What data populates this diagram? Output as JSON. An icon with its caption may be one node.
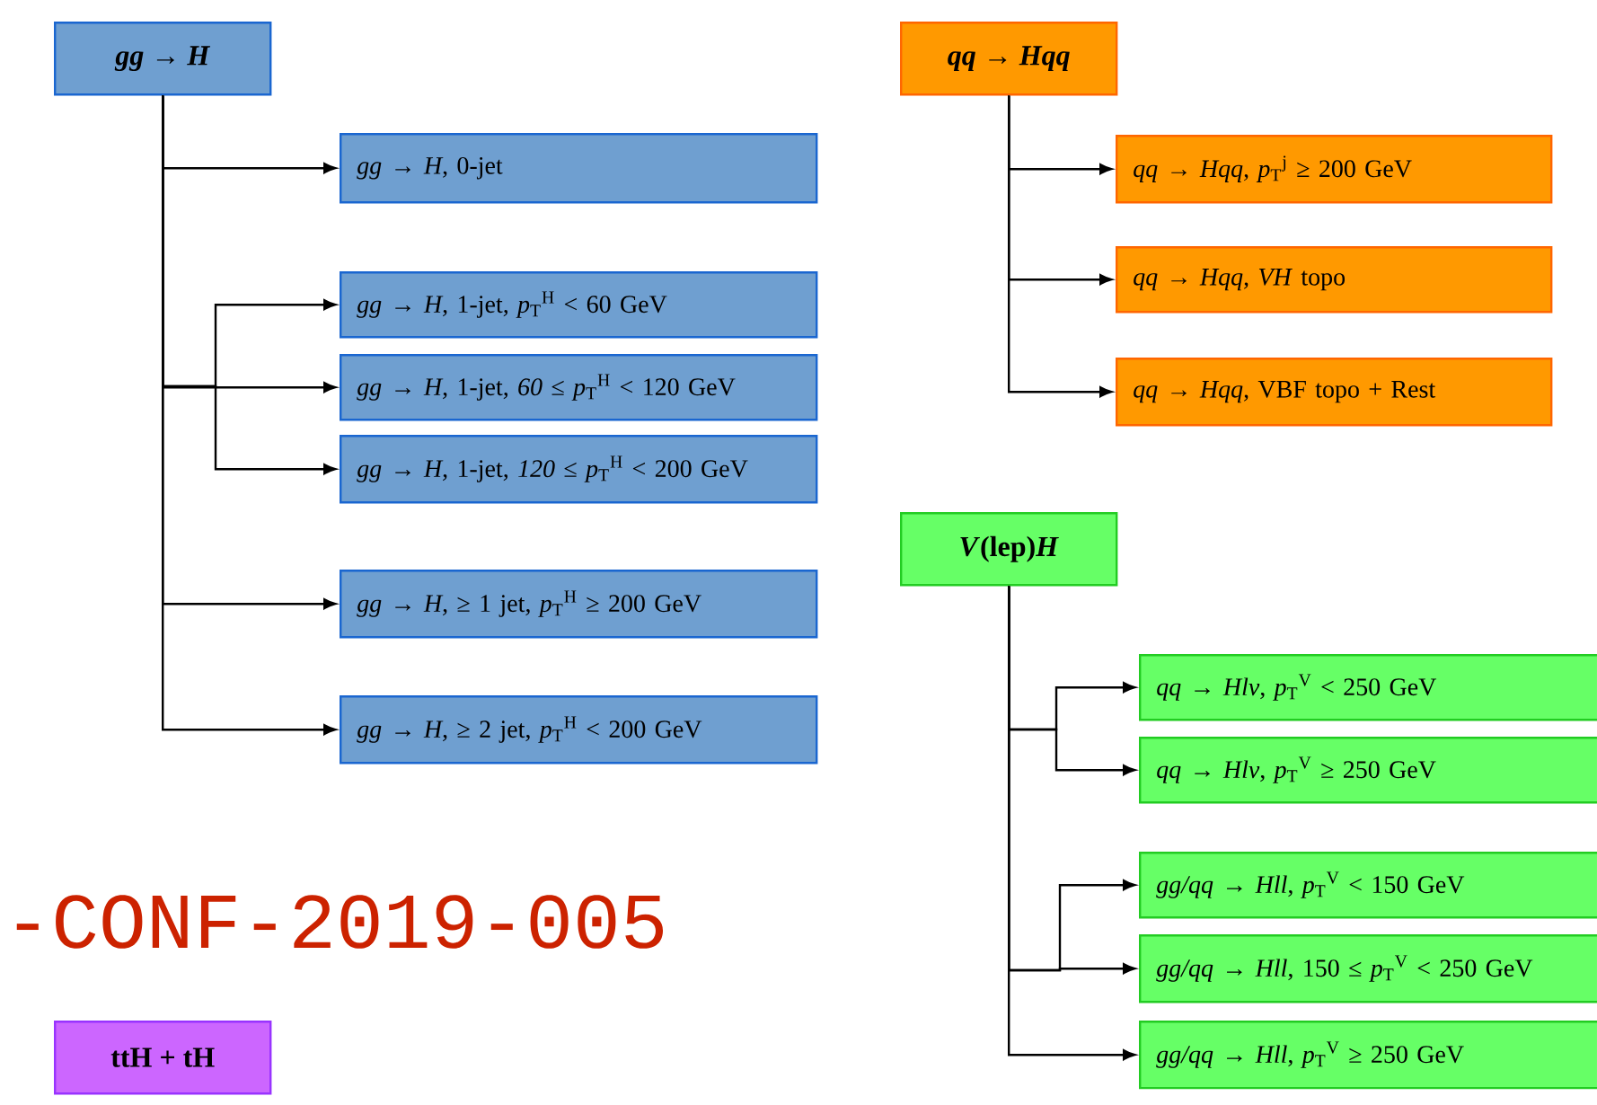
{
  "diagram": {
    "nodes": [
      {
        "text": [
          "*gg* → *H*"
        ]
      },
      {
        "text": [
          "*gg* → *H*, 0-jet"
        ]
      },
      {
        "text": [
          "*gg* → *H*, 1-jet, *p*$_{T}$$^{H}$ < 60 GeV"
        ]
      },
      {
        "text": [
          "*gg* → *H*, 1-jet, *60* ≤ *p*$_{T}$$^{H}$ < 120 GeV"
        ]
      },
      {
        "text": [
          "*gg* → *H*, 1-jet, *120* ≤ *p*$_{T}$$^{H}$ < 200 GeV"
        ]
      },
      {
        "text": [
          "*gg* → *H*, ≥ 1 jet, *p*$_{T}$$^{H}$ ≥ 200 GeV"
        ]
      },
      {
        "text": [
          "*gg* → *H*, ≥ 2 jet, *p*$_{T}$$^{H}$ < 200 GeV"
        ]
      },
      {
        "text": [
          "*qq* → *Hqq*"
        ]
      },
      {
        "text": [
          "*qq* → *Hqq*, *p*$_{T}$$^{j}$ ≥ 200 GeV"
        ]
      },
      {
        "text": [
          "*qq* → *Hqq*, *VH* topo"
        ]
      },
      {
        "text": [
          "*qq* → *Hqq*, VBF topo + Rest"
        ]
      },
      {
        "text": [
          "*V*(lep)*H*"
        ]
      },
      {
        "text": [
          "*qq* → *Hlv*, *p*$_{T}$$^{V}$ < 250 GeV"
        ]
      },
      {
        "text": [
          "*qq* → *Hlv*, *p*$_{T}$$^{V}$ ≥ 250 GeV"
        ]
      },
      {
        "text": [
          "*gg/qq* → *Hll*, *p*$_{T}$$^{V}$ < 150 GeV"
        ]
      },
      {
        "text": [
          "*gg/qq* → *Hll*, 150 ≤ *p*$_{T}$$^{V}$ < 250 GeV"
        ]
      },
      {
        "text": [
          "*gg/qq* → *Hll*, *p*$_{T}$$^{V}$ ≥ 250 GeV"
        ]
      },
      {
        "text": [
          "ttH + tH"
        ]
      }
    ],
    "edges": [
      {
        "from": 0,
        "to": 1,
        "arrow": "to"
      },
      {
        "from": 0,
        "to": 2,
        "arrow": "to"
      },
      {
        "from": 0,
        "to": 3,
        "arrow": "to"
      },
      {
        "from": 0,
        "to": 4,
        "arrow": "to"
      },
      {
        "from": 0,
        "to": 5,
        "arrow": "to"
      },
      {
        "from": 0,
        "to": 6,
        "arrow": "to"
      },
      {
        "from": 7,
        "to": 8,
        "arrow": "to"
      },
      {
        "from": 7,
        "to": 9,
        "arrow": "to"
      },
      {
        "from": 7,
        "to": 10,
        "arrow": "to"
      },
      {
        "from": 11,
        "to": 12,
        "arrow": "to"
      },
      {
        "from": 11,
        "to": 13,
        "arrow": "to"
      },
      {
        "from": 11,
        "to": 14,
        "arrow": "to"
      },
      {
        "from": 11,
        "to": 15,
        "arrow": "to"
      },
      {
        "from": 11,
        "to": 16,
        "arrow": "to"
      }
    ],
    "labels": [
      "-CONF-2019-005"
    ]
  }
}
